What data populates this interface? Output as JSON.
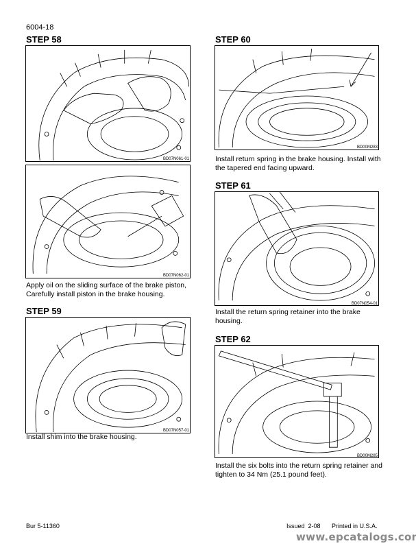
{
  "header": {
    "page_number": "6004-18"
  },
  "left": {
    "step58": {
      "title": "STEP 58",
      "fig1_code": "BD07N061-01",
      "fig2_code": "BD07N062-01",
      "caption": "Apply oil on the sliding surface of the brake piston, Carefully install piston in the brake housing."
    },
    "step59": {
      "title": "STEP 59",
      "fig_code": "BD07N057-01",
      "caption": "Install shim into the brake housing."
    }
  },
  "right": {
    "step60": {
      "title": "STEP 60",
      "fig_code": "BD00M283",
      "caption": "Install return spring in the brake housing. Install with the tapered end facing upward."
    },
    "step61": {
      "title": "STEP 61",
      "fig_code": "BD07N054-01",
      "caption": "Install the return spring retainer into the brake housing."
    },
    "step62": {
      "title": "STEP 62",
      "fig_code": "BD00M285",
      "caption": "Install the six bolts into the return spring retainer and tighten to 34 Nm (25.1 pound feet)."
    }
  },
  "footer": {
    "doc_number": "Bur 5-11360",
    "issued": "Issued  2-08",
    "printed": "Printed in U.S.A.",
    "watermark": "www.epcatalogs.com",
    "watermark_color": "#8a8a8a"
  }
}
